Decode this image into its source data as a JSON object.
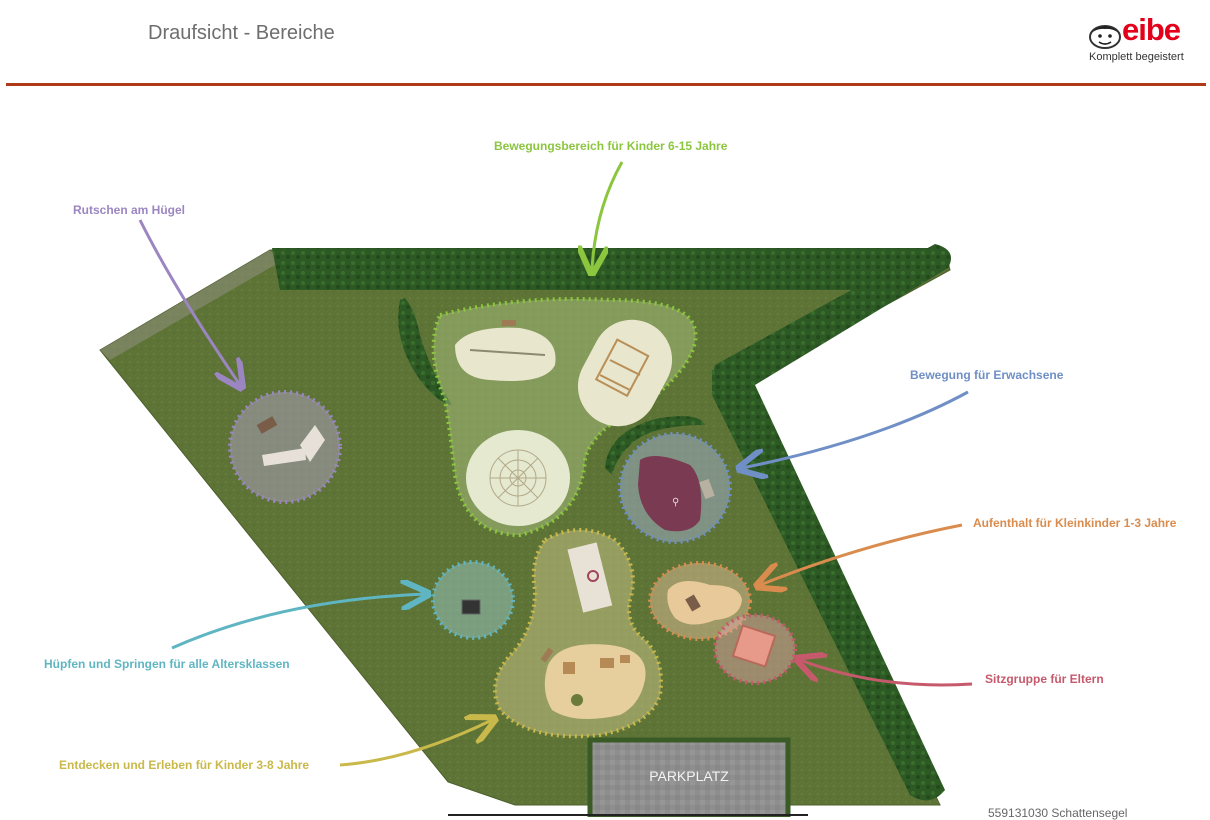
{
  "header": {
    "title": "Draufsicht - Bereiche"
  },
  "logo": {
    "word": "eibe",
    "tagline": "Komplett begeistert"
  },
  "zones": {
    "rutschen": {
      "label": "Rutschen am Hügel",
      "color": "#9b86c2"
    },
    "bewegung_kinder": {
      "label": "Bewegungsbereich für Kinder 6-15 Jahre",
      "color": "#8cc63f"
    },
    "bewegung_erwachsene": {
      "label": "Bewegung für Erwachsene",
      "color": "#6f8fc6"
    },
    "aufenthalt_kleinkinder": {
      "label": "Aufenthalt für Kleinkinder 1-3 Jahre",
      "color": "#d98c4e"
    },
    "sitzgruppe": {
      "label": "Sitzgruppe für Eltern",
      "color": "#c65a6c"
    },
    "huepfen": {
      "label": "Hüpfen und Springen für alle Altersklassen",
      "color": "#5fb6c2"
    },
    "entdecken": {
      "label": "Entdecken und Erleben für Kinder 3-8 Jahre",
      "color": "#c9b94a"
    }
  },
  "parking": {
    "label": "PARKPLATZ"
  },
  "footer": {
    "note": "559131030 Schattensegel"
  }
}
